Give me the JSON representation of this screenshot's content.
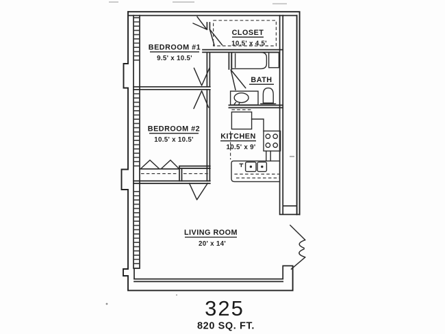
{
  "plan": {
    "unit_number": "325",
    "area_label": "820 SQ. FT.",
    "rooms": [
      {
        "name": "BEDROOM #1",
        "dims": "9.5' x 10.5'"
      },
      {
        "name": "CLOSET",
        "dims": "10.5' x 4.5'"
      },
      {
        "name": "BATH",
        "dims": ""
      },
      {
        "name": "BEDROOM #2",
        "dims": "10.5' x 10.5'"
      },
      {
        "name": "KITCHEN",
        "dims": "10.5' x 9'"
      },
      {
        "name": "LIVING ROOM",
        "dims": "20' x 14'"
      }
    ],
    "fixtures": [
      {
        "icon": "bathtub-icon",
        "room": "BATH"
      },
      {
        "icon": "toilet-icon",
        "room": "BATH"
      },
      {
        "icon": "sink-icon",
        "room": "BATH"
      },
      {
        "icon": "refrigerator-icon",
        "room": "KITCHEN"
      },
      {
        "icon": "range-burners-icon",
        "room": "KITCHEN"
      },
      {
        "icon": "double-sink-icon",
        "room": "KITCHEN"
      },
      {
        "icon": "bifold-closet-doors-icon",
        "room": "BEDROOM #2"
      },
      {
        "icon": "closet-shelf-icon",
        "room": "CLOSET"
      },
      {
        "icon": "entry-double-door-icon",
        "room": "LIVING ROOM"
      }
    ],
    "colors": {
      "line": "#262626",
      "text": "#1b1b1b",
      "background": "#fdfdfd"
    }
  }
}
